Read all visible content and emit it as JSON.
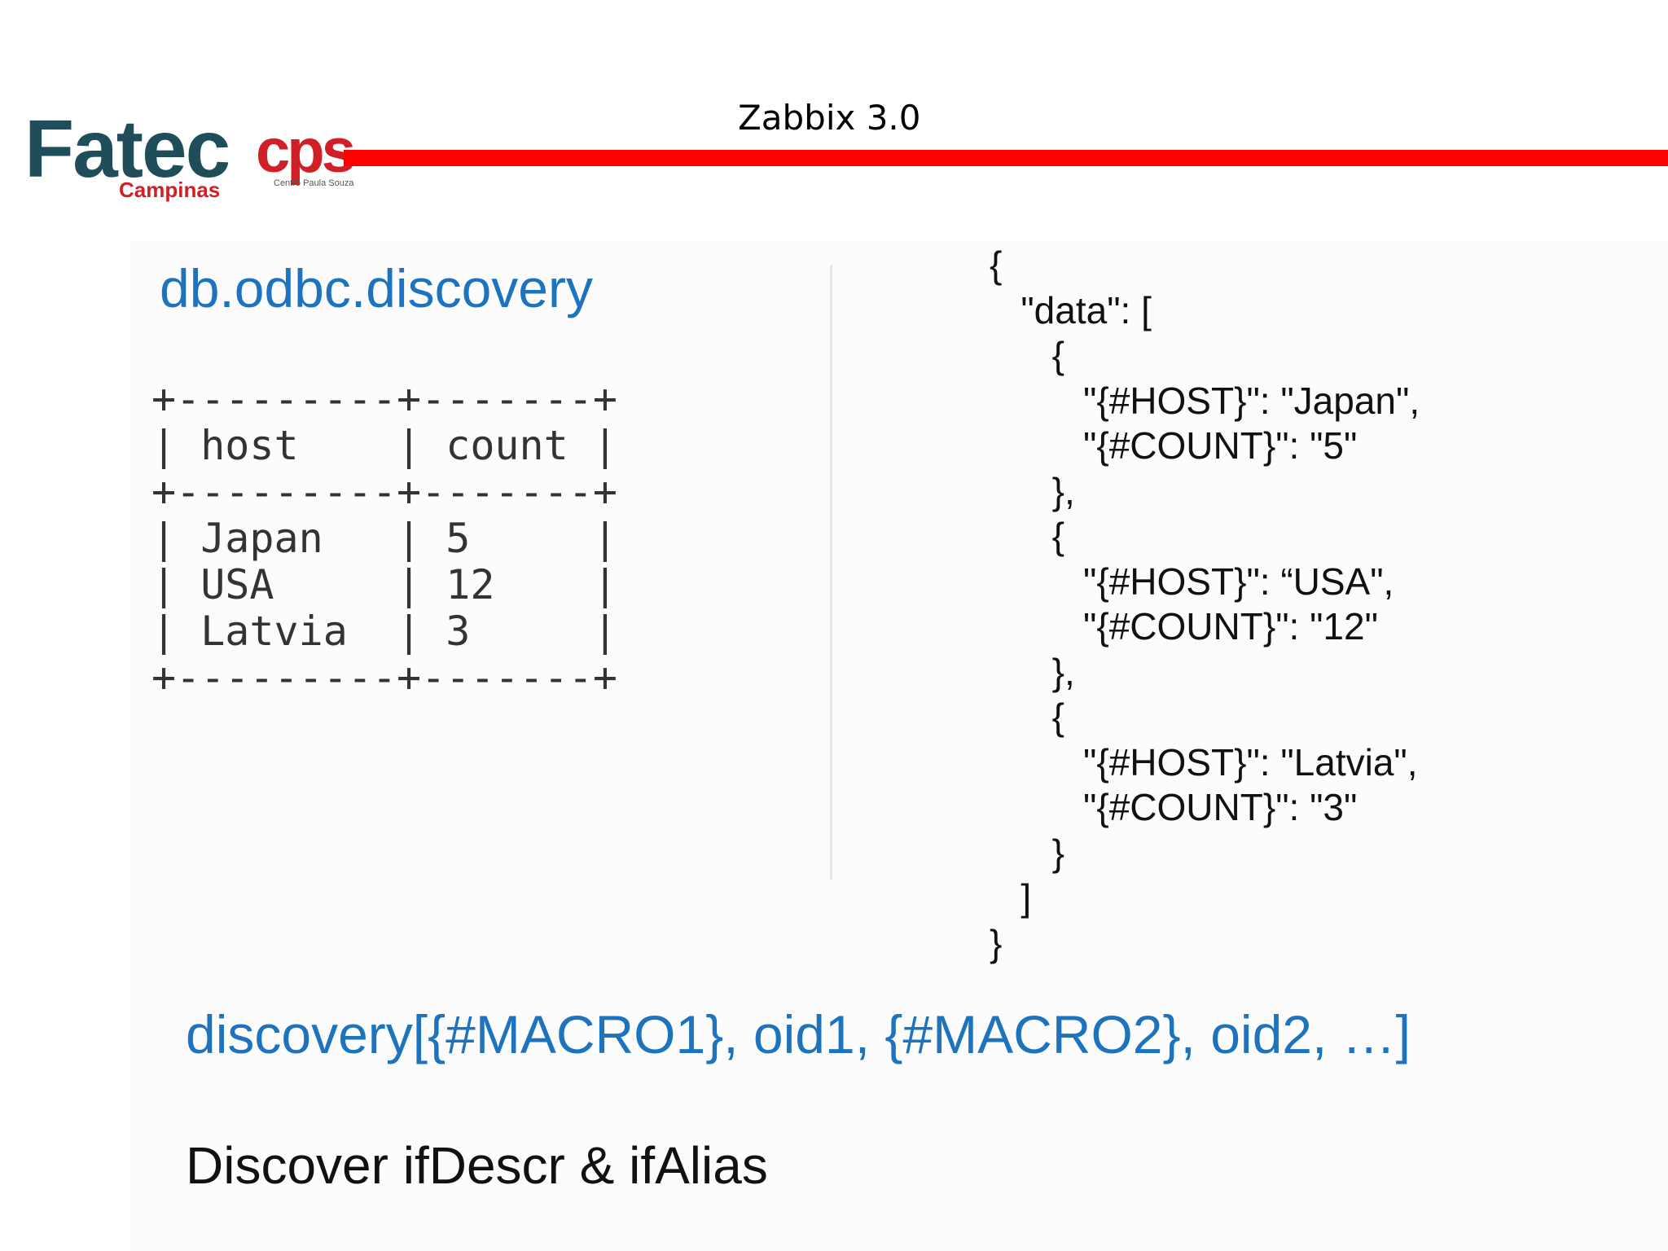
{
  "header": {
    "logo": {
      "wordmark": "Fatec",
      "subtitle": "Campinas",
      "cps_mark": "cps",
      "cps_caption": "Centro Paula Souza"
    },
    "title": "Zabbix 3.0",
    "accent_color": "#ff0000"
  },
  "left": {
    "heading": "db.odbc.discovery",
    "table_ascii": "+---------+-------+\n| host    | count |\n+---------+-------+\n| Japan   | 5     |\n| USA     | 12    |\n| Latvia  | 3     |\n+---------+-------+"
  },
  "right": {
    "json_lines": [
      "{",
      "   \"data\": [",
      "      {",
      "         \"{#HOST}\": \"Japan\",",
      "         \"{#COUNT}\": \"5\"",
      "      },",
      "      {",
      "         \"{#HOST}\": “USA\",",
      "         \"{#COUNT}\": \"12\"",
      "      },",
      "      {",
      "         \"{#HOST}\": \"Latvia\",",
      "         \"{#COUNT}\": \"3\"",
      "      }",
      "   ]",
      "}"
    ]
  },
  "bottom": {
    "discovery_syntax": "discovery[{#MACRO1}, oid1, {#MACRO2}, oid2, …]",
    "caption": "Discover ifDescr & ifAlias"
  },
  "colors": {
    "heading_blue": "#1e73be",
    "logo_teal": "#1f4d5a",
    "logo_red": "#d11f26"
  }
}
